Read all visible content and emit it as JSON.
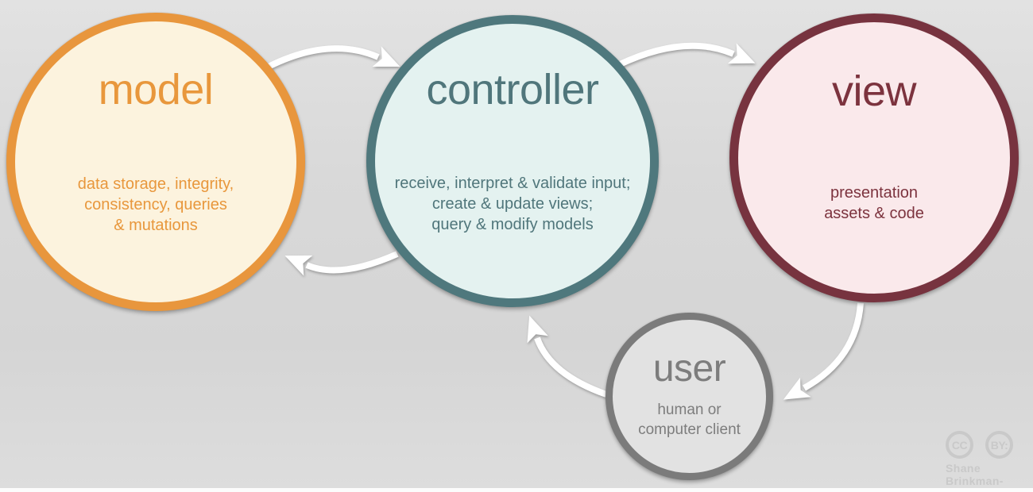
{
  "nodes": [
    {
      "id": "model",
      "title": "model",
      "desc_lines": [
        "data storage, integrity,",
        "consistency, queries",
        "& mutations"
      ],
      "border_color": "#E8963D",
      "fill_color": "#FCF3DE",
      "text_color": "#E8973C"
    },
    {
      "id": "controller",
      "title": "controller",
      "desc_lines": [
        "receive, interpret & validate input;",
        "create & update views;",
        "query & modify models"
      ],
      "border_color": "#4F787D",
      "fill_color": "#E4F2F0",
      "text_color": "#50767B"
    },
    {
      "id": "view",
      "title": "view",
      "desc_lines": [
        "presentation",
        "assets & code",
        ""
      ],
      "border_color": "#77333F",
      "fill_color": "#FAE9EB",
      "text_color": "#7C333E"
    },
    {
      "id": "user",
      "title": "user",
      "desc_lines": [
        "human or",
        "computer client",
        ""
      ],
      "border_color": "#7B7B7B",
      "fill_color": "#E2E2E2",
      "text_color": "#7D7D7D"
    }
  ],
  "arrows": [
    {
      "from": "model",
      "to": "controller",
      "color": "#FFFFFF"
    },
    {
      "from": "controller",
      "to": "view",
      "color": "#FFFFFF"
    },
    {
      "from": "controller",
      "to": "model",
      "color": "#FFFFFF"
    },
    {
      "from": "view",
      "to": "user",
      "color": "#FFFFFF"
    },
    {
      "from": "user",
      "to": "controller",
      "color": "#FFFFFF"
    }
  ],
  "attribution": {
    "license_badge_1": "CC",
    "license_badge_2": "BY:",
    "author_line_1": "Shane",
    "author_line_2": "Brinkman-Davis",
    "color": "#C9C9C9"
  }
}
